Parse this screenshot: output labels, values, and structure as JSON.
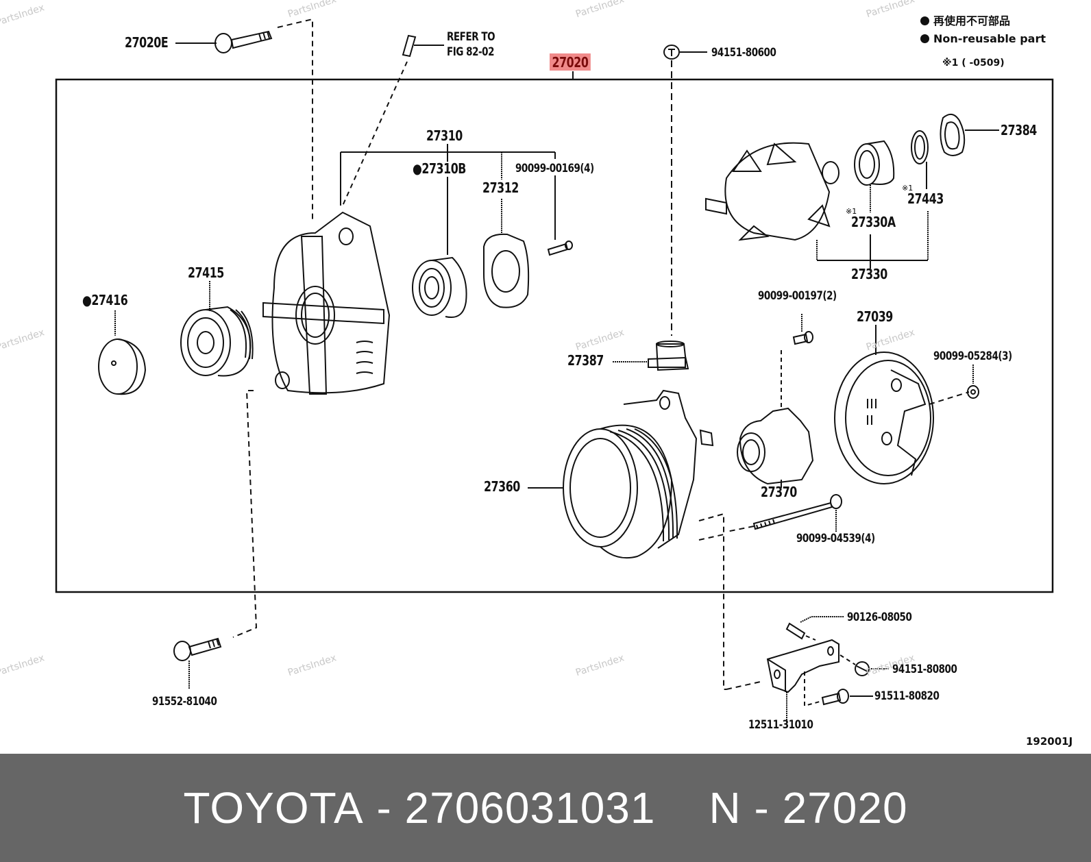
{
  "legend": {
    "items": [
      {
        "symbol": "filled-circle",
        "text": "再使用不可部品"
      },
      {
        "symbol": "filled-circle",
        "text": "Non-reusable part"
      }
    ],
    "footnote": "※1 (     -0509)"
  },
  "watermark": "PartsIndex",
  "figure_code": "192001J",
  "highlighted_part": "27020",
  "parts": {
    "p27020E": "27020E",
    "refer": "REFER TO",
    "fig": "FIG 82-02",
    "p27020": "27020",
    "p94151_80600": "94151-80600",
    "p27310": "27310",
    "p27310B": "27310B",
    "p27312": "27312",
    "p90099_00169": "90099-00169(4)",
    "p27384": "27384",
    "p27443": "27443",
    "p27330A": "27330A",
    "p27330": "27330",
    "mark1": "※1",
    "p27415": "27415",
    "p27416": "27416",
    "p90099_00197": "90099-00197(2)",
    "p27039": "27039",
    "p27387": "27387",
    "p90099_05284": "90099-05284(3)",
    "p27360": "27360",
    "p27370": "27370",
    "p90099_04539": "90099-04539(4)",
    "p90126_08050": "90126-08050",
    "p94151_80800": "94151-80800",
    "p91511_80820": "91511-80820",
    "p12511_31010": "12511-31010",
    "p91552_81040": "91552-81040"
  },
  "footer": {
    "brand": "TOYOTA",
    "sep1": "-",
    "part_number": "2706031031",
    "n_label": "N",
    "sep2": "-",
    "n_value": "27020"
  }
}
